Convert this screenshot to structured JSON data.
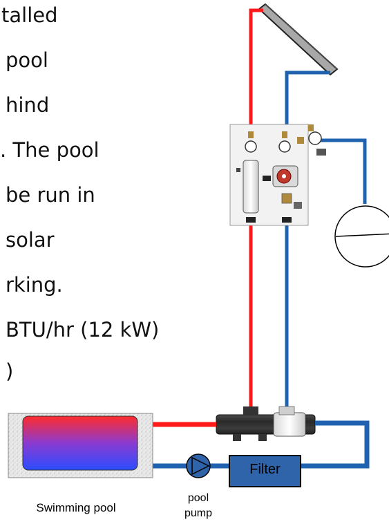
{
  "text_lines": [
    "talled",
    " pool",
    "hind",
    ". The pool",
    "be run in",
    "solar",
    "rking.",
    "BTU/hr (12 kW)",
    ")"
  ],
  "labels": {
    "filter": "Filter",
    "pool": "Swimming pool",
    "pump_line1": "pool",
    "pump_line2": "pump"
  },
  "colors": {
    "hot_pipe": "#ff1a1a",
    "cold_pipe": "#1f63b0",
    "filter_fill": "#2f63aa",
    "collector": "#a8a8a8"
  }
}
